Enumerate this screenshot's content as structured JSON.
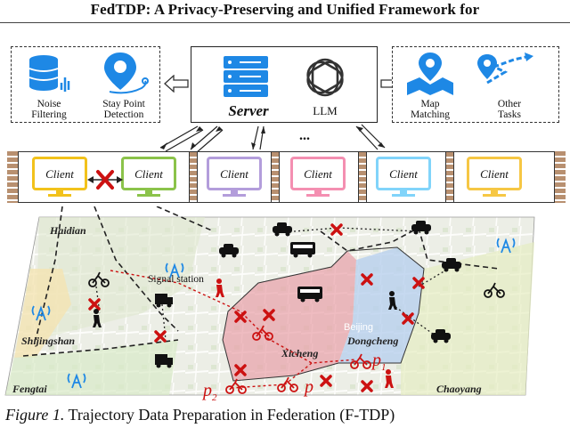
{
  "header": {
    "title": "FedTDP: A Privacy-Preserving and Unified Framework for"
  },
  "left_tasks": [
    {
      "label_line1": "Noise",
      "label_line2": "Filtering",
      "icon": "database-signal-icon"
    },
    {
      "label_line1": "Stay Point",
      "label_line2": "Detection",
      "icon": "location-pin-icon"
    }
  ],
  "server": {
    "label": "Server",
    "llm_label": "LLM"
  },
  "right_tasks": [
    {
      "label_line1": "Map",
      "label_line2": "Matching",
      "icon": "map-pin-icon"
    },
    {
      "label_line1": "Other",
      "label_line2": "Tasks",
      "icon": "route-icon"
    }
  ],
  "ellipsis": "...",
  "clients": [
    {
      "label": "Client",
      "color": "#f2c21b"
    },
    {
      "label": "Client",
      "color": "#8bc34a"
    },
    {
      "label": "Client",
      "color": "#b39ddb"
    },
    {
      "label": "Client",
      "color": "#f48fb1"
    },
    {
      "label": "Client",
      "color": "#81d4fa"
    },
    {
      "label": "Client",
      "color": "#f6c744"
    }
  ],
  "map": {
    "regions": [
      "Haidian",
      "Shijingshan",
      "Fengtai",
      "Xicheng",
      "Dongcheng",
      "Chaoyang"
    ],
    "signal_station": "Signal station",
    "beijing_label": "Beijing",
    "points": [
      "p",
      "p",
      "p"
    ],
    "subscripts": [
      "1",
      "2"
    ]
  },
  "caption": {
    "figure": "Figure 1.",
    "text": "Trajectory Data Preparation in Federation (F-TDP)"
  },
  "colors": {
    "accent_blue": "#1e88e5",
    "cross_red": "#cc1111",
    "pink_region": "#e57373"
  }
}
